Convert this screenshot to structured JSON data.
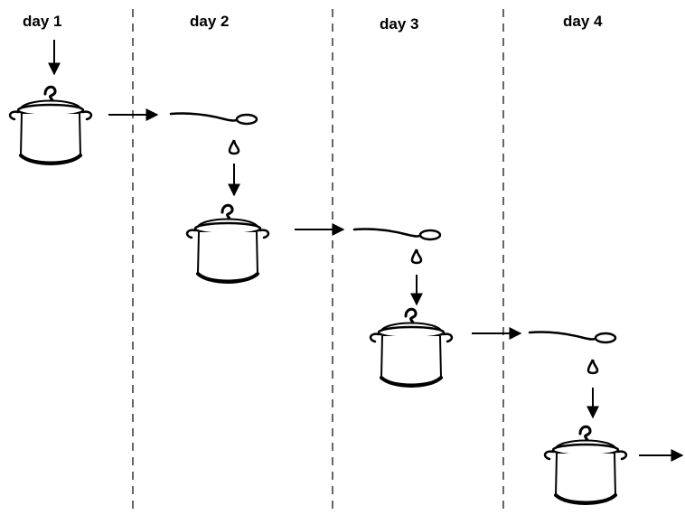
{
  "days": [
    {
      "label": "day 1"
    },
    {
      "label": "day 2"
    },
    {
      "label": "day 3"
    },
    {
      "label": "day 4"
    }
  ],
  "colors": {
    "ink": "#000000",
    "background": "#ffffff"
  },
  "icons": [
    "pot-icon",
    "ladle-icon",
    "drop-icon",
    "arrow-icon"
  ]
}
